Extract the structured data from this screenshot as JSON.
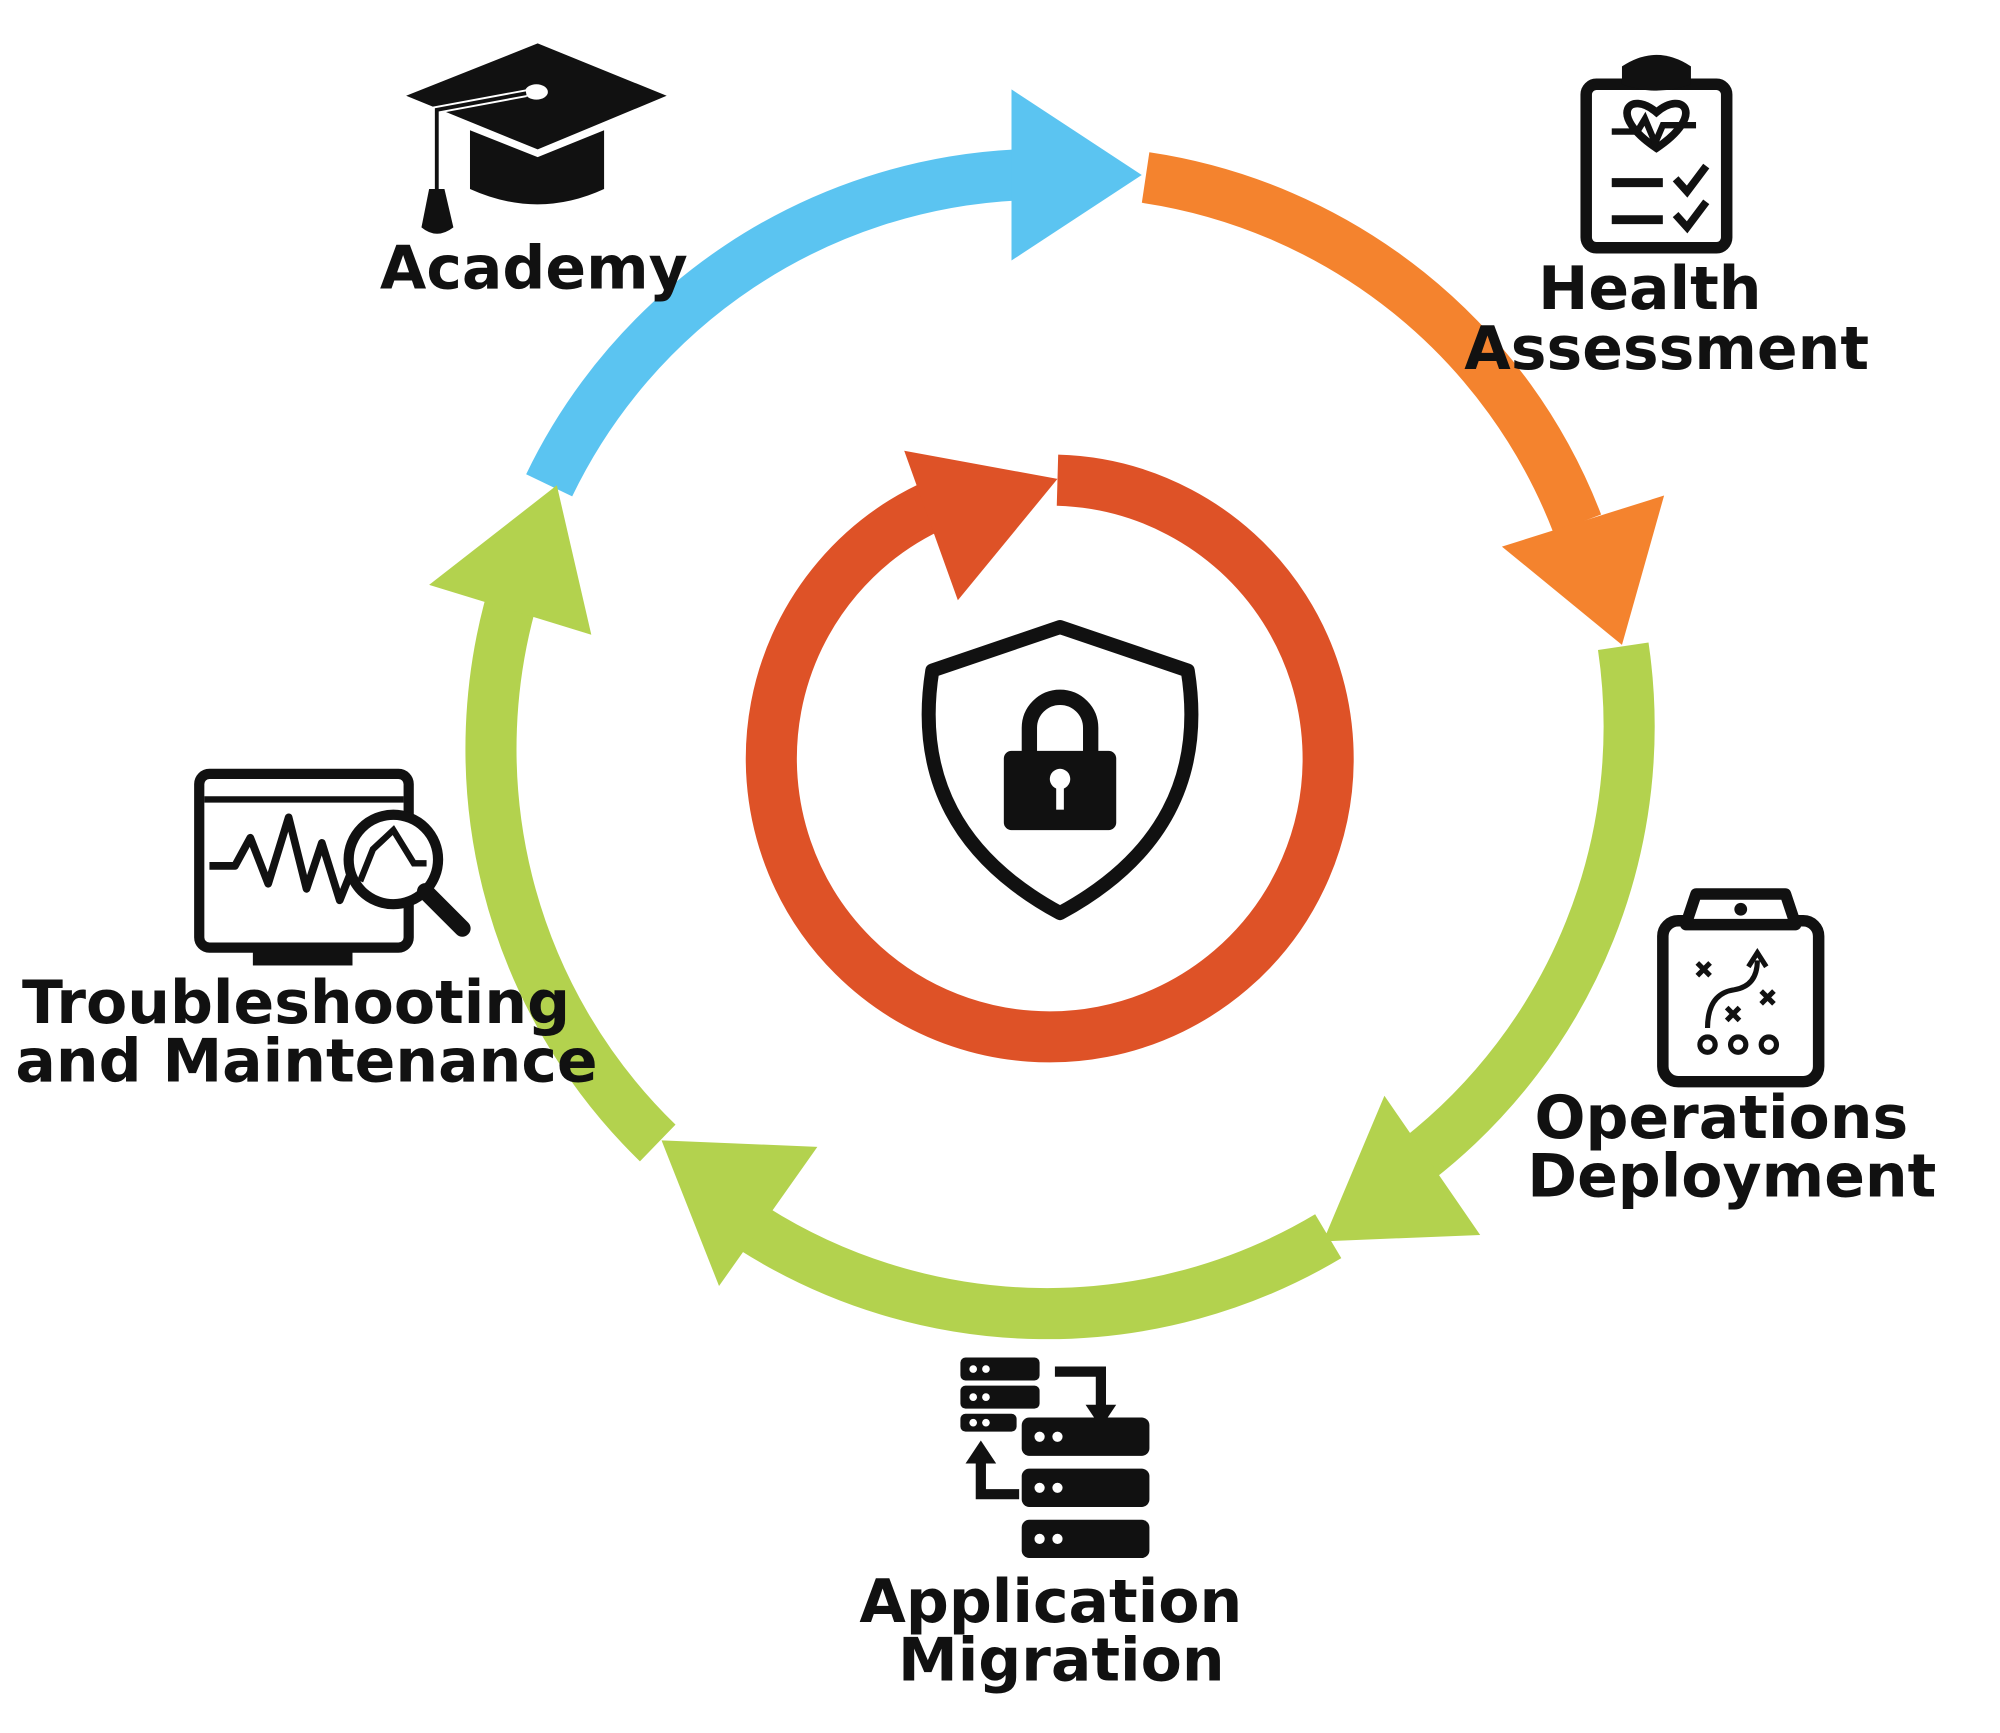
{
  "colors": {
    "academy_blue": "#5BC4F1",
    "assessment_orange": "#F4832E",
    "cycle_green": "#B3D24E",
    "security_red": "#DE5227",
    "ink": "#111111"
  },
  "stages": [
    {
      "id": "academy",
      "line1": "Academy",
      "line2": "",
      "icon": "graduation-cap-icon"
    },
    {
      "id": "health-assessment",
      "line1": "Health",
      "line2": "Assessment",
      "icon": "health-clipboard-icon"
    },
    {
      "id": "operations-deployment",
      "line1": "Operations",
      "line2": "Deployment",
      "icon": "strategy-clipboard-icon"
    },
    {
      "id": "application-migration",
      "line1": "Application",
      "line2": "Migration",
      "icon": "server-migration-icon"
    },
    {
      "id": "troubleshooting-maintenance",
      "line1": "Troubleshooting",
      "line2": "and Maintenance",
      "icon": "monitor-analysis-icon"
    }
  ],
  "center": {
    "icon": "security-shield-lock-icon"
  }
}
